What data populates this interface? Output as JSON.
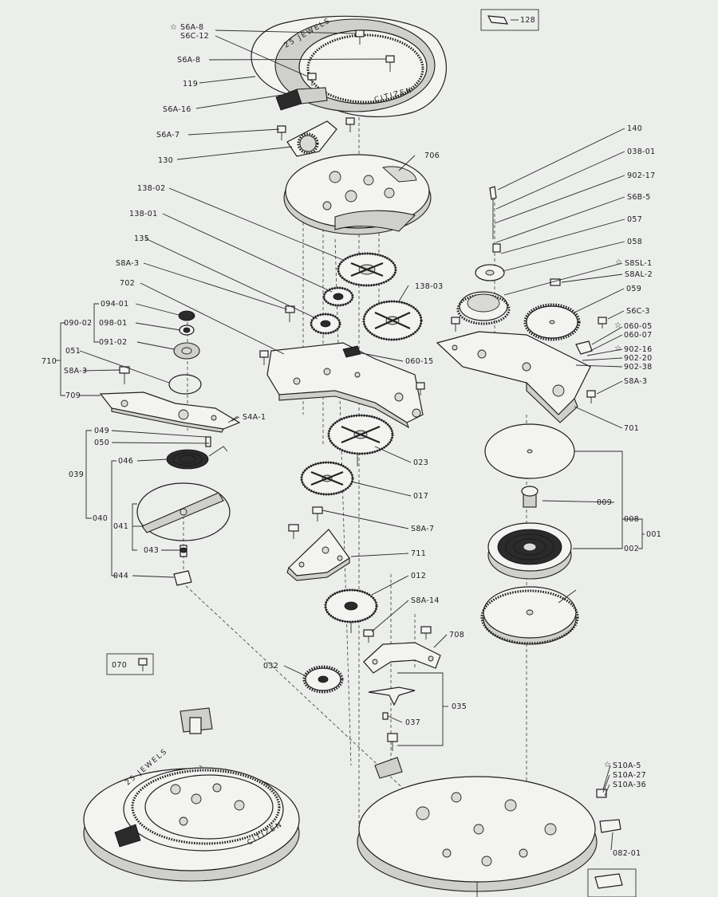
{
  "labels": {
    "s6a_8_top": "S6A-8",
    "s6c_12": "S6C-12",
    "s6a_8": "S6A-8",
    "p119": "119",
    "s6a_16": "S6A-16",
    "s6a_7": "S6A-7",
    "p130": "130",
    "p128": "128",
    "p706": "706",
    "p138_02": "138-02",
    "p138_01": "138-01",
    "p135": "135",
    "s8a_3_left": "S8A-3",
    "p702": "702",
    "p138_03": "138-03",
    "p060_15": "060-15",
    "p094_01": "094-01",
    "p090_02": "090-02",
    "p098_01": "098-01",
    "p091_02": "091-02",
    "p051": "051",
    "p710": "710",
    "s8a_3_mid": "S8A-3",
    "p709": "709",
    "s4a_1": "S4A-1",
    "p049": "049",
    "p050": "050",
    "p046": "046",
    "p039": "039",
    "p040": "040",
    "p041": "041",
    "p043": "043",
    "p044": "044",
    "p023": "023",
    "p017": "017",
    "s8a_7": "S8A-7",
    "p711": "711",
    "p012": "012",
    "s8a_14": "S8A-14",
    "p708": "708",
    "p070": "070",
    "p032": "032",
    "p035": "035",
    "p037": "037",
    "p140": "140",
    "p038_01": "038-01",
    "p902_17": "902-17",
    "s6b_5": "S6B-5",
    "p057": "057",
    "p058": "058",
    "s8sl_1": "S8SL-1",
    "s8al_2": "S8AL-2",
    "p059": "059",
    "s6c_3": "S6C-3",
    "p060_05": "060-05",
    "p060_07": "060-07",
    "p902_16": "902-16",
    "p902_20": "902-20",
    "p902_38": "902-38",
    "s8a_3_right": "S8A-3",
    "p701": "701",
    "p009": "009",
    "p008": "008",
    "p001": "001",
    "p002": "002",
    "s10a_5": "S10A-5",
    "s10a_27": "S10A-27",
    "s10a_36": "S10A-36",
    "p082_01": "082-01"
  },
  "dial": {
    "jewels": "25 JEWELS",
    "brand": "CITIZEN"
  },
  "icons": {
    "star": "☆"
  }
}
